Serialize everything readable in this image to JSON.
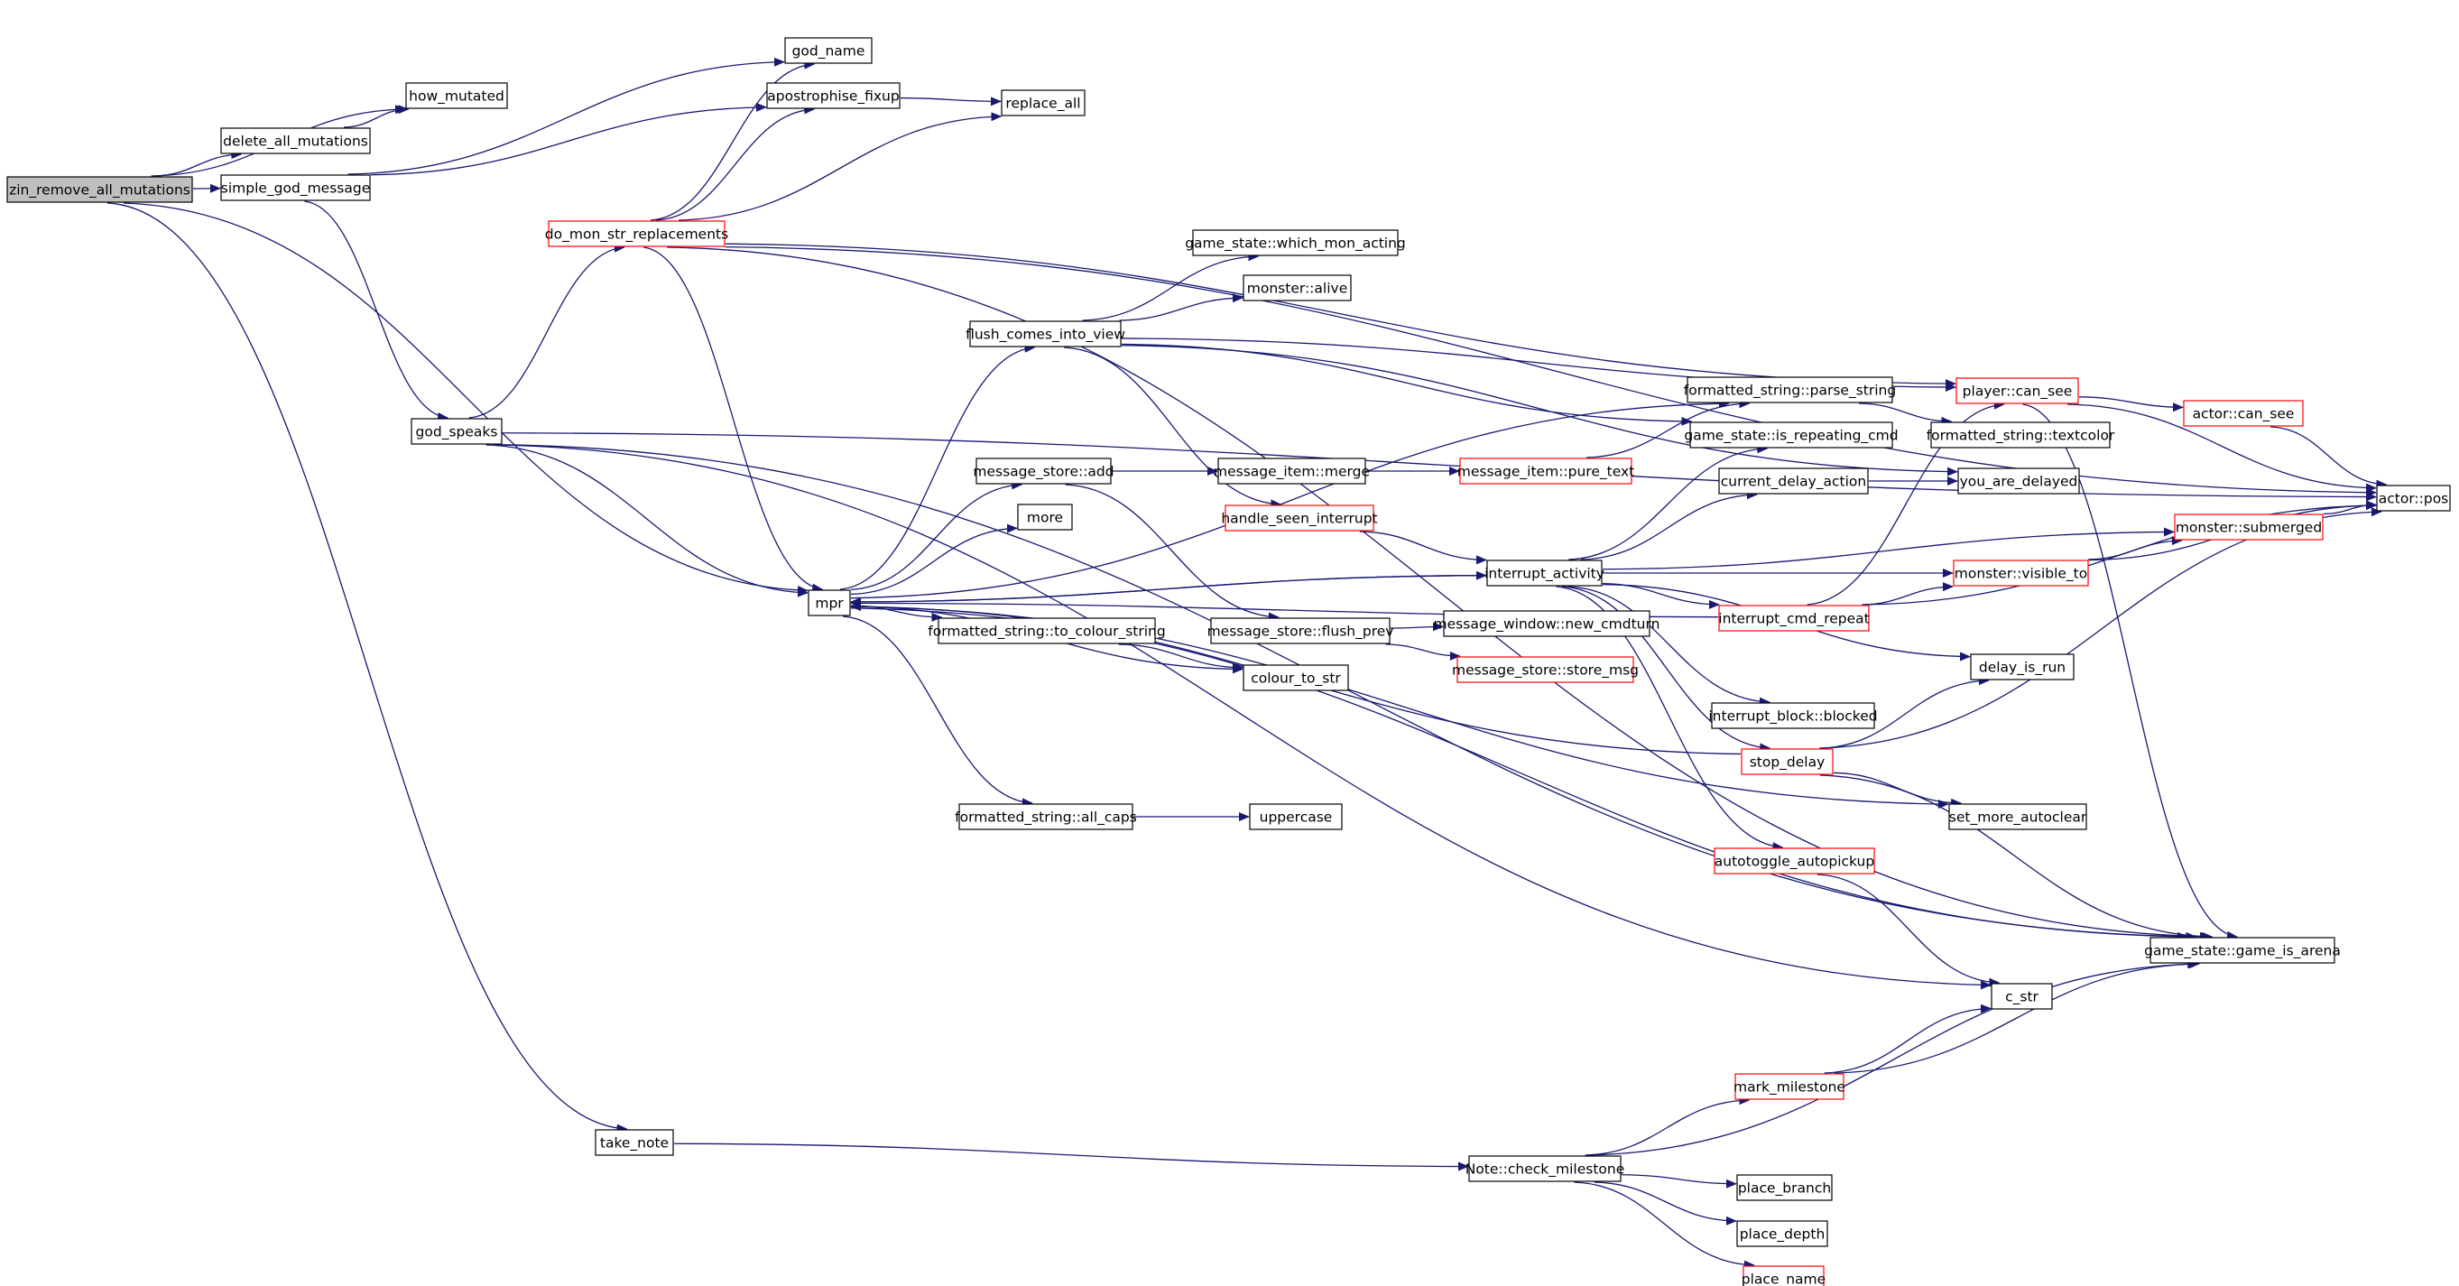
{
  "colors": {
    "edge": "#191970",
    "node_border": "#000000",
    "node_border_truncated": "#ff0000",
    "root_fill": "#bfbfbf",
    "node_fill": "#ffffff",
    "text": "#000000"
  },
  "nodes": [
    {
      "id": "zin",
      "label": "zin_remove_all_mutations",
      "root": true
    },
    {
      "id": "how_mutated",
      "label": "how_mutated"
    },
    {
      "id": "delete_all",
      "label": "delete_all_mutations"
    },
    {
      "id": "simple_god",
      "label": "simple_god_message"
    },
    {
      "id": "god_name",
      "label": "god_name"
    },
    {
      "id": "apostrophise",
      "label": "apostrophise_fixup"
    },
    {
      "id": "replace_all",
      "label": "replace_all"
    },
    {
      "id": "do_mon",
      "label": "do_mon_str_replacements",
      "truncated": true
    },
    {
      "id": "god_speaks",
      "label": "god_speaks"
    },
    {
      "id": "mpr",
      "label": "mpr"
    },
    {
      "id": "which_mon",
      "label": "game_state::which_mon_acting"
    },
    {
      "id": "mon_alive",
      "label": "monster::alive"
    },
    {
      "id": "flush_view",
      "label": "flush_comes_into_view"
    },
    {
      "id": "parse_string",
      "label": "formatted_string::parse_string"
    },
    {
      "id": "is_repeating",
      "label": "game_state::is_repeating_cmd"
    },
    {
      "id": "textcolor",
      "label": "formatted_string::textcolor"
    },
    {
      "id": "player_can_see",
      "label": "player::can_see",
      "truncated": true
    },
    {
      "id": "actor_can_see",
      "label": "actor::can_see",
      "truncated": true
    },
    {
      "id": "actor_pos",
      "label": "actor::pos"
    },
    {
      "id": "msg_add",
      "label": "message_store::add"
    },
    {
      "id": "msg_merge",
      "label": "message_item::merge"
    },
    {
      "id": "pure_text",
      "label": "message_item::pure_text",
      "truncated": true
    },
    {
      "id": "cur_delay",
      "label": "current_delay_action"
    },
    {
      "id": "you_delayed",
      "label": "you_are_delayed"
    },
    {
      "id": "more",
      "label": "more"
    },
    {
      "id": "seen_interrupt",
      "label": "handle_seen_interrupt",
      "truncated": true
    },
    {
      "id": "interrupt_act",
      "label": "interrupt_activity"
    },
    {
      "id": "submerged",
      "label": "monster::submerged",
      "truncated": true
    },
    {
      "id": "visible_to",
      "label": "monster::visible_to",
      "truncated": true
    },
    {
      "id": "to_colour",
      "label": "formatted_string::to_colour_string"
    },
    {
      "id": "flush_prev",
      "label": "message_store::flush_prev"
    },
    {
      "id": "new_cmdturn",
      "label": "message_window::new_cmdturn"
    },
    {
      "id": "cmd_repeat",
      "label": "interrupt_cmd_repeat",
      "truncated": true
    },
    {
      "id": "colour_to_str",
      "label": "colour_to_str"
    },
    {
      "id": "store_msg",
      "label": "message_store::store_msg",
      "truncated": true
    },
    {
      "id": "delay_is_run",
      "label": "delay_is_run"
    },
    {
      "id": "blocked",
      "label": "interrupt_block::blocked"
    },
    {
      "id": "stop_delay",
      "label": "stop_delay",
      "truncated": true
    },
    {
      "id": "all_caps",
      "label": "formatted_string::all_caps"
    },
    {
      "id": "uppercase",
      "label": "uppercase"
    },
    {
      "id": "more_autoclear",
      "label": "set_more_autoclear"
    },
    {
      "id": "autopickup",
      "label": "autotoggle_autopickup",
      "truncated": true
    },
    {
      "id": "game_arena",
      "label": "game_state::game_is_arena"
    },
    {
      "id": "c_str",
      "label": "c_str"
    },
    {
      "id": "mark_milestone",
      "label": "mark_milestone",
      "truncated": true
    },
    {
      "id": "take_note",
      "label": "take_note"
    },
    {
      "id": "check_milestone",
      "label": "Note::check_milestone"
    },
    {
      "id": "place_branch",
      "label": "place_branch"
    },
    {
      "id": "place_depth",
      "label": "place_depth"
    },
    {
      "id": "place_name",
      "label": "place_name",
      "truncated": true
    }
  ],
  "edges": [
    [
      "zin",
      "how_mutated"
    ],
    [
      "zin",
      "delete_all"
    ],
    [
      "zin",
      "simple_god"
    ],
    [
      "zin",
      "mpr"
    ],
    [
      "zin",
      "take_note"
    ],
    [
      "delete_all",
      "how_mutated"
    ],
    [
      "simple_god",
      "god_name"
    ],
    [
      "simple_god",
      "apostrophise"
    ],
    [
      "simple_god",
      "god_speaks"
    ],
    [
      "apostrophise",
      "replace_all"
    ],
    [
      "do_mon",
      "god_name"
    ],
    [
      "do_mon",
      "apostrophise"
    ],
    [
      "do_mon",
      "replace_all"
    ],
    [
      "do_mon",
      "actor_pos"
    ],
    [
      "do_mon",
      "player_can_see"
    ],
    [
      "do_mon",
      "mpr"
    ],
    [
      "do_mon",
      "game_arena"
    ],
    [
      "god_speaks",
      "actor_pos"
    ],
    [
      "god_speaks",
      "do_mon"
    ],
    [
      "god_speaks",
      "mpr"
    ],
    [
      "god_speaks",
      "c_str"
    ],
    [
      "god_speaks",
      "game_arena"
    ],
    [
      "mpr",
      "flush_view"
    ],
    [
      "mpr",
      "parse_string"
    ],
    [
      "mpr",
      "msg_add"
    ],
    [
      "mpr",
      "more"
    ],
    [
      "mpr",
      "interrupt_act"
    ],
    [
      "mpr",
      "to_colour"
    ],
    [
      "mpr",
      "colour_to_str"
    ],
    [
      "mpr",
      "all_caps"
    ],
    [
      "mpr",
      "more_autoclear"
    ],
    [
      "mpr",
      "game_arena"
    ],
    [
      "flush_view",
      "which_mon"
    ],
    [
      "flush_view",
      "mon_alive"
    ],
    [
      "flush_view",
      "player_can_see"
    ],
    [
      "flush_view",
      "is_repeating"
    ],
    [
      "flush_view",
      "you_delayed"
    ],
    [
      "flush_view",
      "seen_interrupt"
    ],
    [
      "parse_string",
      "textcolor"
    ],
    [
      "player_can_see",
      "actor_can_see"
    ],
    [
      "player_can_see",
      "actor_pos"
    ],
    [
      "player_can_see",
      "game_arena"
    ],
    [
      "actor_can_see",
      "actor_pos"
    ],
    [
      "msg_add",
      "msg_merge"
    ],
    [
      "msg_add",
      "flush_prev"
    ],
    [
      "msg_merge",
      "pure_text"
    ],
    [
      "pure_text",
      "parse_string"
    ],
    [
      "cur_delay",
      "you_delayed"
    ],
    [
      "seen_interrupt",
      "interrupt_act"
    ],
    [
      "interrupt_act",
      "mpr"
    ],
    [
      "interrupt_act",
      "is_repeating"
    ],
    [
      "interrupt_act",
      "cur_delay"
    ],
    [
      "interrupt_act",
      "submerged"
    ],
    [
      "interrupt_act",
      "visible_to"
    ],
    [
      "interrupt_act",
      "cmd_repeat"
    ],
    [
      "interrupt_act",
      "delay_is_run"
    ],
    [
      "interrupt_act",
      "blocked"
    ],
    [
      "interrupt_act",
      "stop_delay"
    ],
    [
      "interrupt_act",
      "autopickup"
    ],
    [
      "submerged",
      "actor_pos"
    ],
    [
      "visible_to",
      "submerged"
    ],
    [
      "visible_to",
      "actor_pos"
    ],
    [
      "to_colour",
      "colour_to_str"
    ],
    [
      "flush_prev",
      "new_cmdturn"
    ],
    [
      "flush_prev",
      "store_msg"
    ],
    [
      "cmd_repeat",
      "visible_to"
    ],
    [
      "cmd_repeat",
      "actor_pos"
    ],
    [
      "cmd_repeat",
      "mpr"
    ],
    [
      "cmd_repeat",
      "player_can_see"
    ],
    [
      "stop_delay",
      "delay_is_run"
    ],
    [
      "stop_delay",
      "more_autoclear"
    ],
    [
      "stop_delay",
      "actor_pos"
    ],
    [
      "stop_delay",
      "game_arena"
    ],
    [
      "stop_delay",
      "mpr"
    ],
    [
      "all_caps",
      "uppercase"
    ],
    [
      "autopickup",
      "c_str"
    ],
    [
      "mark_milestone",
      "c_str"
    ],
    [
      "mark_milestone",
      "game_arena"
    ],
    [
      "take_note",
      "check_milestone"
    ],
    [
      "check_milestone",
      "mark_milestone"
    ],
    [
      "check_milestone",
      "game_arena"
    ],
    [
      "check_milestone",
      "place_branch"
    ],
    [
      "check_milestone",
      "place_depth"
    ],
    [
      "check_milestone",
      "place_name"
    ]
  ]
}
